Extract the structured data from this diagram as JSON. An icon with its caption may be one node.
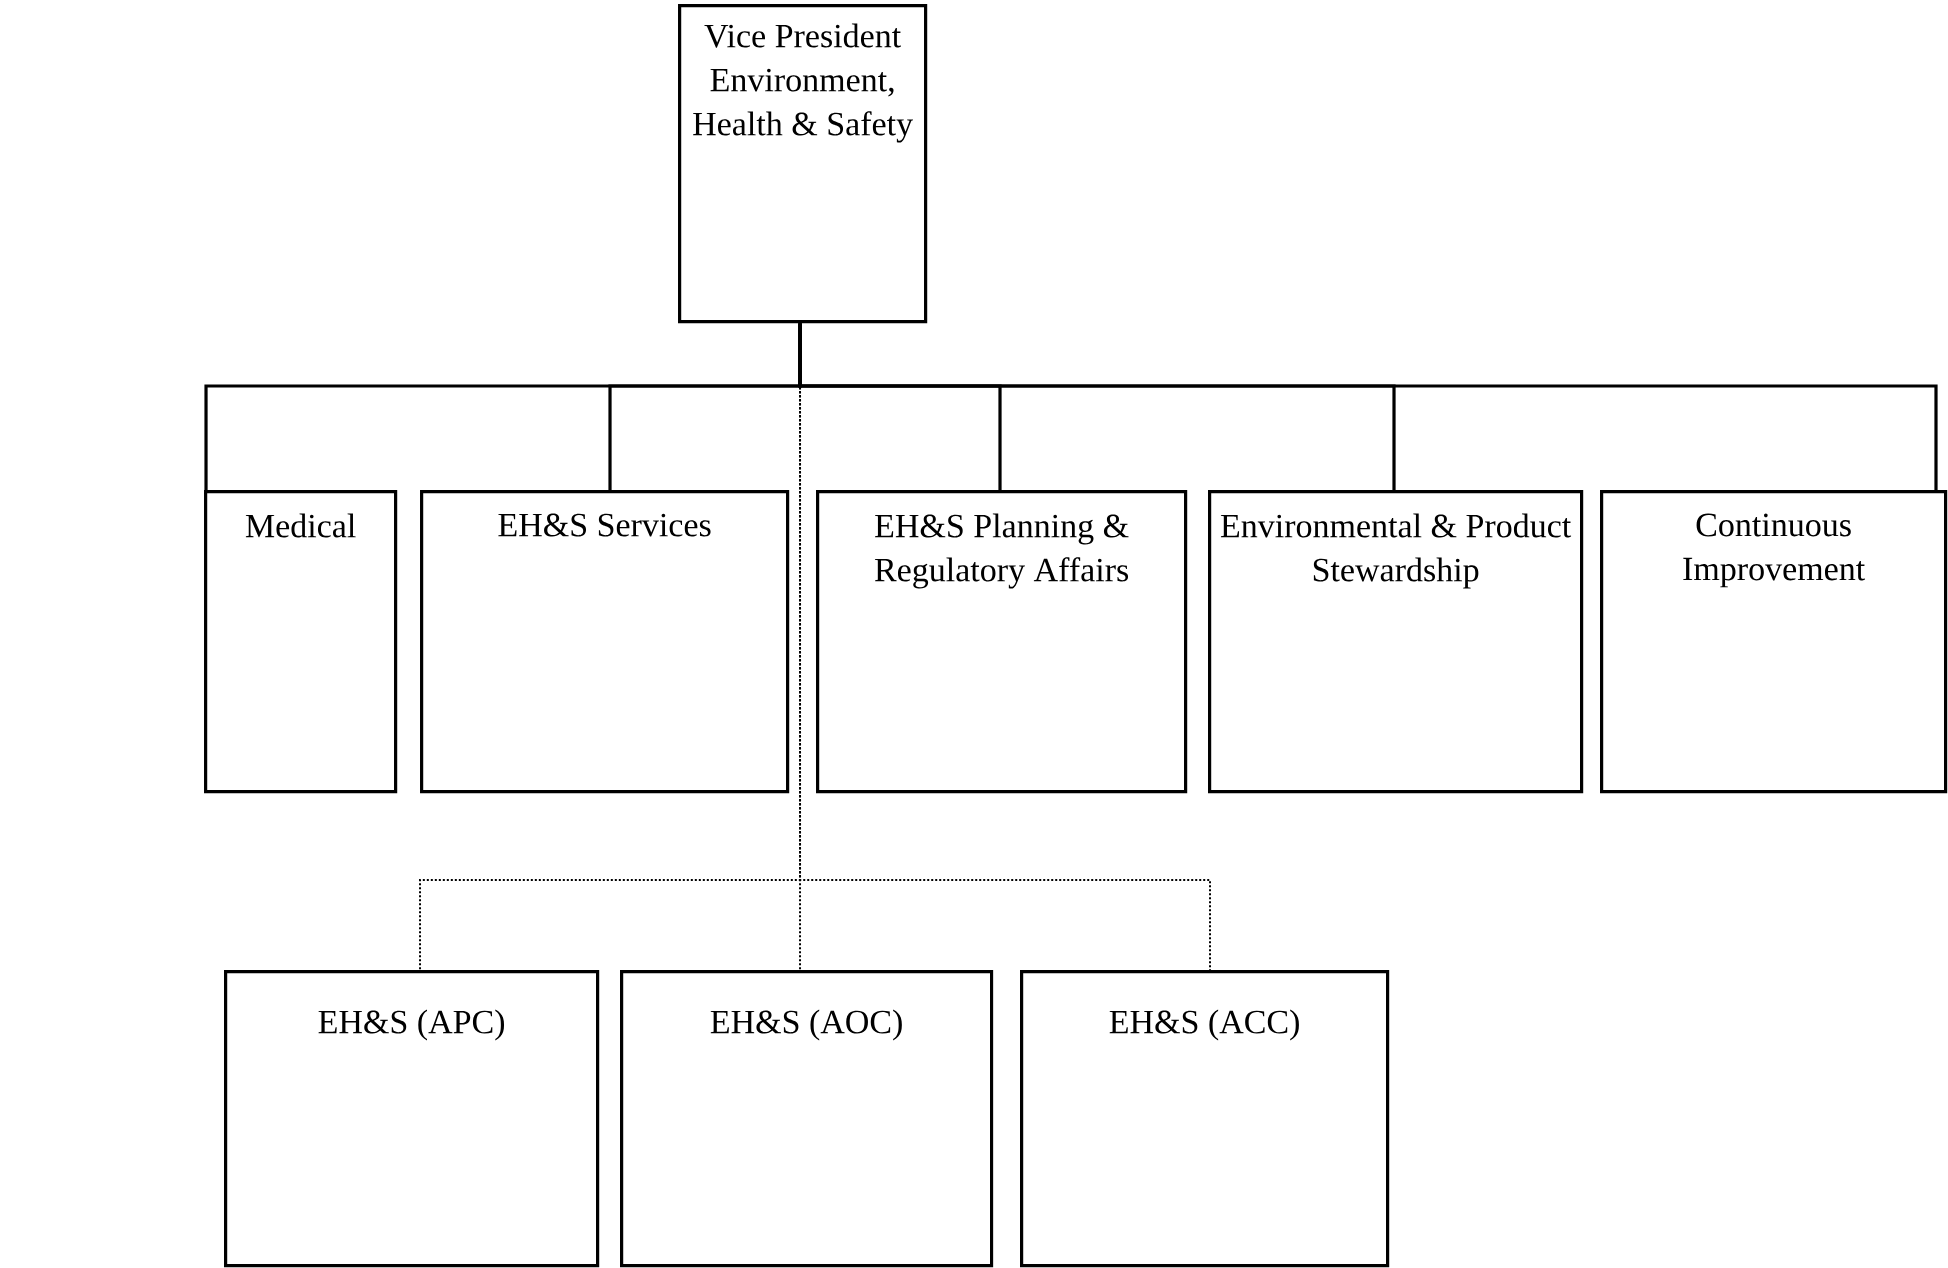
{
  "diagram": {
    "nodes": [
      {
        "text": [
          "Vice President Environment, Health & Safety"
        ]
      },
      {
        "text": [
          "Medical"
        ]
      },
      {
        "text": [
          "EH&S Services"
        ]
      },
      {
        "text": [
          "EH&S Planning & Regulatory Affairs"
        ]
      },
      {
        "text": [
          "Environmental & Product Stewardship"
        ]
      },
      {
        "text": [
          "Continuous Improvement"
        ]
      },
      {
        "text": [
          "EH&S (APC)"
        ]
      },
      {
        "text": [
          "EH&S (AOC)"
        ]
      },
      {
        "text": [
          "EH&S (ACC)"
        ]
      }
    ],
    "edges": [
      {
        "from": 0,
        "to": 1,
        "arrow": "none"
      },
      {
        "from": 0,
        "to": 2,
        "arrow": "none"
      },
      {
        "from": 0,
        "to": 3,
        "arrow": "none"
      },
      {
        "from": 0,
        "to": 4,
        "arrow": "none"
      },
      {
        "from": 0,
        "to": 5,
        "arrow": "none"
      },
      {
        "from": 0,
        "to": 6,
        "arrow": "none",
        "style": "dashed"
      },
      {
        "from": 0,
        "to": 7,
        "arrow": "none",
        "style": "dashed"
      },
      {
        "from": 0,
        "to": 8,
        "arrow": "none",
        "style": "dashed"
      }
    ]
  }
}
